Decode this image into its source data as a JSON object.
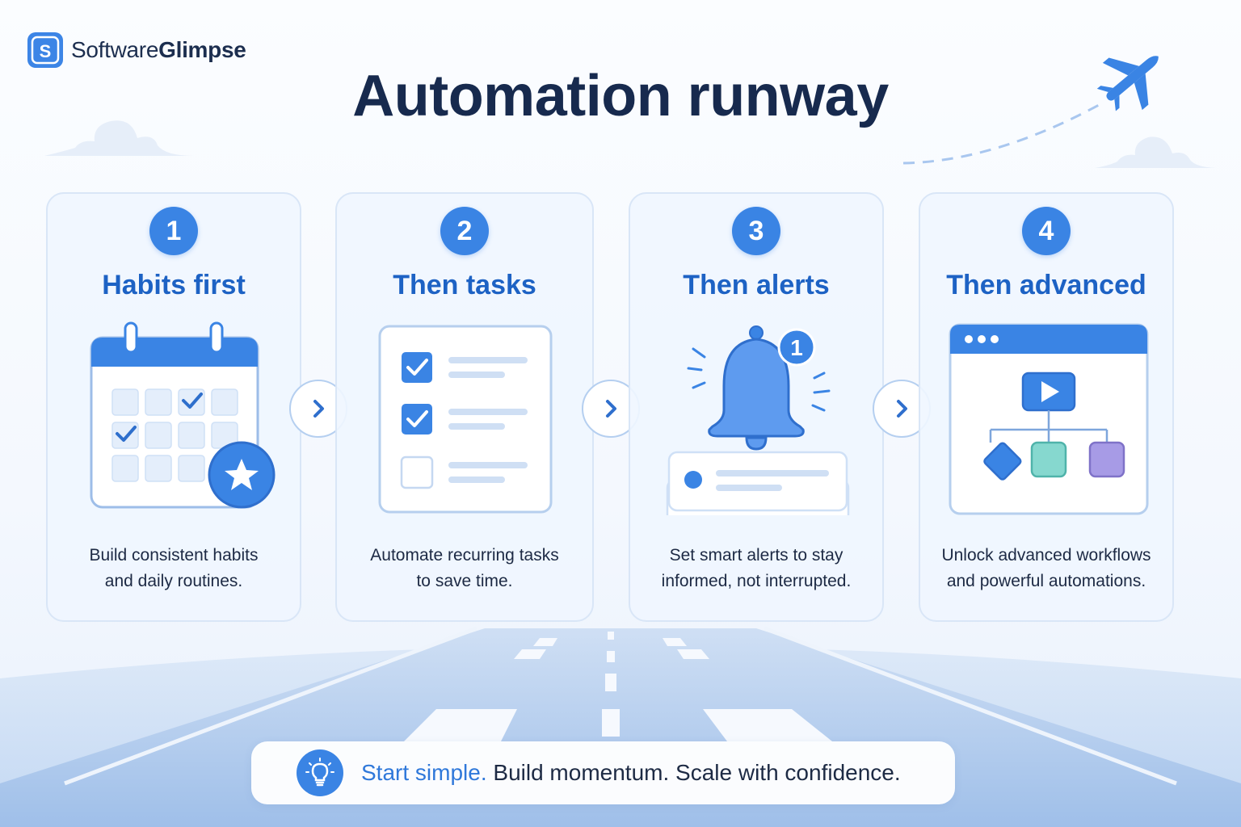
{
  "brand": {
    "name_regular": "Software",
    "name_bold": "Glimpse",
    "logo_letter": "S"
  },
  "title": "Automation runway",
  "steps": [
    {
      "number": "1",
      "heading": "Habits first",
      "description_line1": "Build consistent habits",
      "description_line2": "and daily routines.",
      "icon": "calendar-icon"
    },
    {
      "number": "2",
      "heading": "Then tasks",
      "description_line1": "Automate recurring tasks",
      "description_line2": "to save time.",
      "icon": "checklist-icon"
    },
    {
      "number": "3",
      "heading": "Then alerts",
      "description_line1": "Set smart alerts to stay",
      "description_line2": "informed, not interrupted.",
      "icon": "bell-icon",
      "badge": "1"
    },
    {
      "number": "4",
      "heading": "Then advanced",
      "description_line1": "Unlock advanced workflows",
      "description_line2": "and powerful automations.",
      "icon": "workflow-icon"
    }
  ],
  "tagline": {
    "emphasis": "Start simple.",
    "rest": "Build momentum. Scale with confidence."
  },
  "colors": {
    "accent": "#3a84e4",
    "heading": "#1d62c4",
    "title": "#172a4e",
    "teal": "#86d8cf",
    "purple": "#a79be6"
  }
}
